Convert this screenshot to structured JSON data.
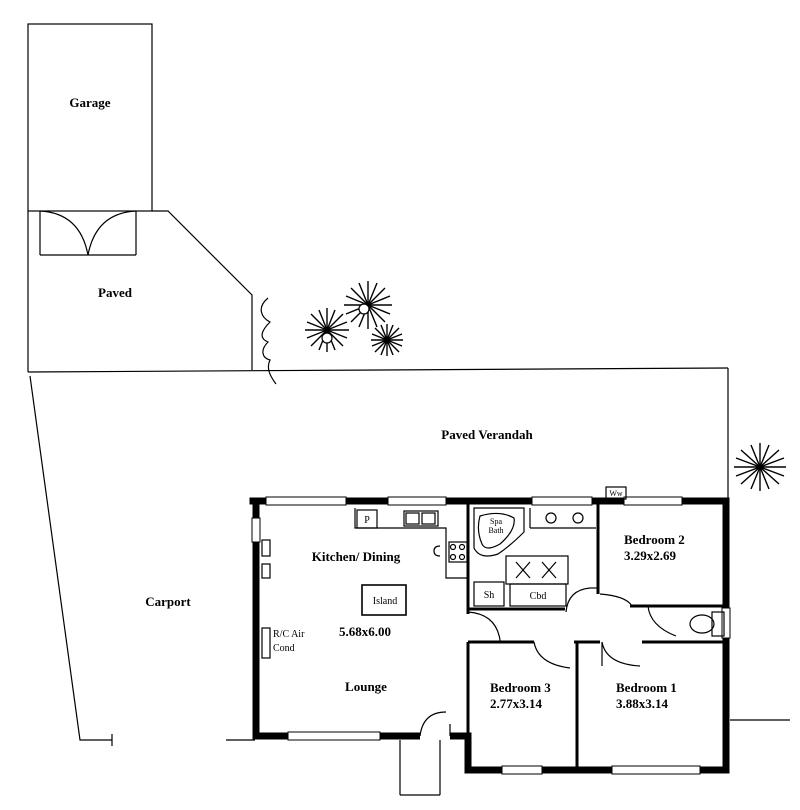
{
  "areas": {
    "garage": "Garage",
    "paved": "Paved",
    "paved_verandah": "Paved Verandah",
    "carport": "Carport"
  },
  "rooms": {
    "kitchen_dining": "Kitchen/ Dining",
    "island": "Island",
    "ac_line1": "R/C Air",
    "ac_line2": "Cond",
    "living_size": "5.68x6.00",
    "lounge": "Lounge",
    "bedroom2": {
      "name": "Bedroom 2",
      "size": "3.29x2.69"
    },
    "bedroom3": {
      "name": "Bedroom 3",
      "size": "2.77x3.14"
    },
    "bedroom1": {
      "name": "Bedroom 1",
      "size": "3.88x3.14"
    }
  },
  "fixtures": {
    "pantry": "P",
    "spa_line1": "Spa",
    "spa_line2": "Bath",
    "shower": "Sh",
    "cupboard": "Cbd",
    "washer": "Ww"
  },
  "icons": [
    "door-swing-icon",
    "plant-icon",
    "sink-icon",
    "stove-icon",
    "toilet-icon",
    "spa-bath-icon"
  ]
}
